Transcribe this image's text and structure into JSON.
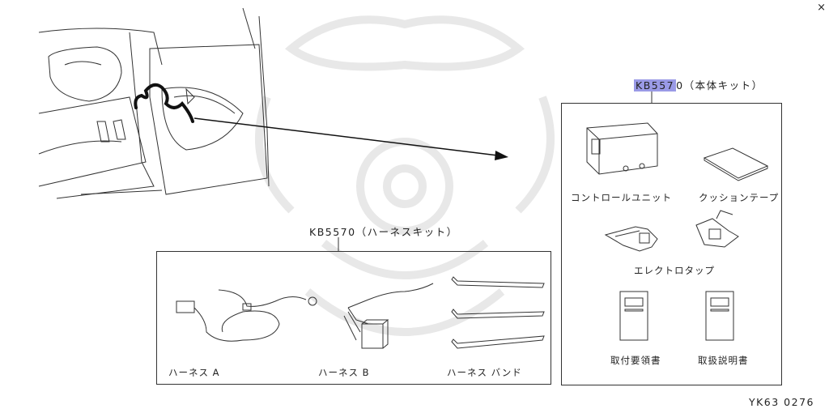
{
  "close_label": "×",
  "main_kit": {
    "code": "KB5570",
    "code_highlight": "KB557",
    "code_rest": "0",
    "suffix": "（本体キット）",
    "items": {
      "control_unit": "コントロールユニット",
      "cushion_tape": "クッションテープ",
      "electro_tap": "エレクトロタップ",
      "install_manual": "取付要領書",
      "instruction_manual": "取扱説明書"
    }
  },
  "harness_kit": {
    "title": "KB5570（ハーネスキット）",
    "items": {
      "harness_a": "ハーネス A",
      "harness_b": "ハーネス B",
      "harness_band": "ハーネス バンド"
    }
  },
  "reference": "YK63 0276",
  "colors": {
    "highlight": "#9a9ae6",
    "line": "#333333",
    "watermark": "#e6e6e6"
  }
}
